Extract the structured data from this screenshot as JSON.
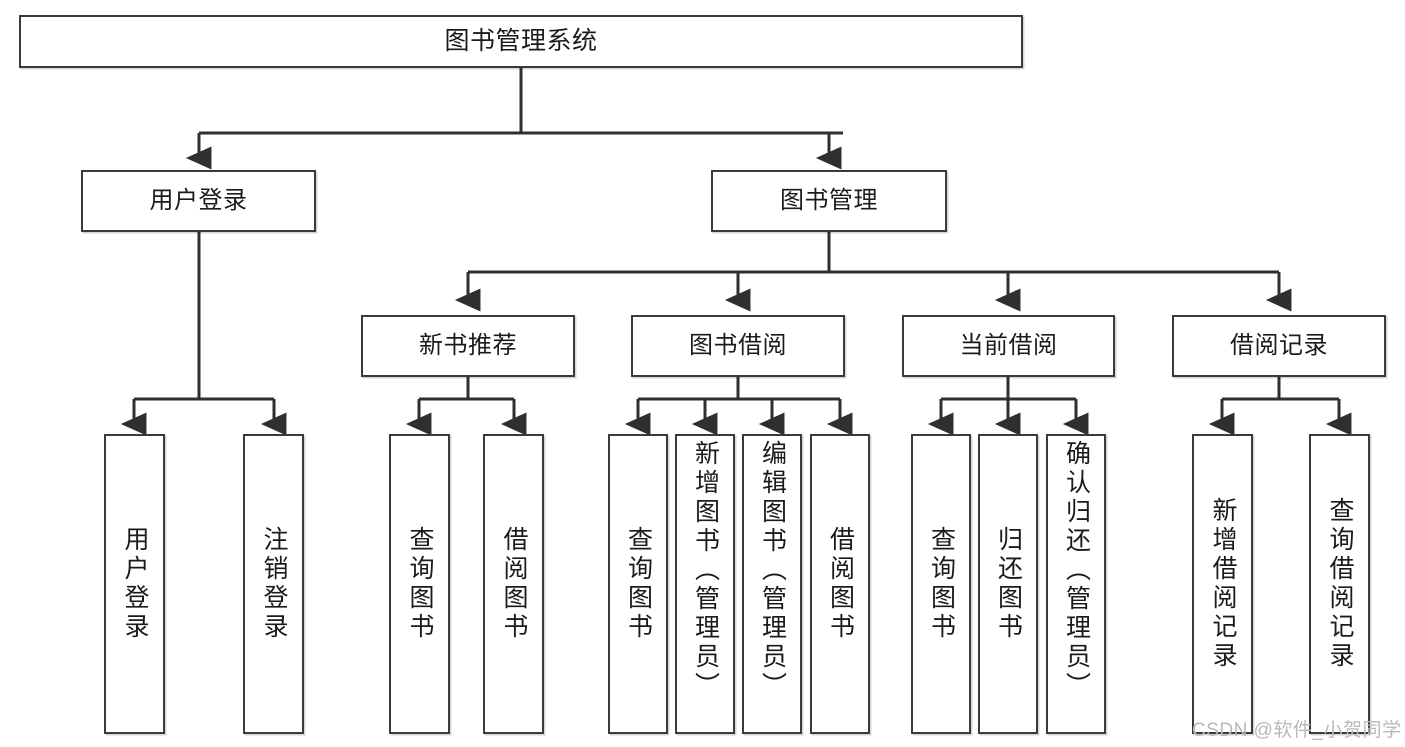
{
  "diagram": {
    "type": "tree-hierarchy",
    "title": "图书管理系统",
    "watermark": "CSDN @软件_小贺同学",
    "colors": {
      "box_border": "#3a3a3a",
      "box_fill": "#ffffff",
      "connector": "#2f2f2f",
      "text": "#1b1b1b",
      "watermark": "#b9b9b9"
    },
    "levels": {
      "root": {
        "label": "图书管理系统"
      },
      "level2": [
        {
          "id": "user-login",
          "label": "用户登录"
        },
        {
          "id": "book-manage",
          "label": "图书管理"
        }
      ],
      "level3": [
        {
          "id": "new-book-recommend",
          "label": "新书推荐",
          "parent": "book-manage"
        },
        {
          "id": "book-borrow",
          "label": "图书借阅",
          "parent": "book-manage"
        },
        {
          "id": "current-borrow",
          "label": "当前借阅",
          "parent": "book-manage"
        },
        {
          "id": "borrow-record",
          "label": "借阅记录",
          "parent": "book-manage"
        }
      ],
      "leaves": [
        {
          "id": "leaf-user-login",
          "label": "用户登录",
          "parent": "user-login"
        },
        {
          "id": "leaf-logout-login",
          "label": "注销登录",
          "parent": "user-login"
        },
        {
          "id": "leaf-query-book-1",
          "label": "查询图书",
          "parent": "new-book-recommend"
        },
        {
          "id": "leaf-borrow-book-1",
          "label": "借阅图书",
          "parent": "new-book-recommend"
        },
        {
          "id": "leaf-query-book-2",
          "label": "查询图书",
          "parent": "book-borrow"
        },
        {
          "id": "leaf-add-book",
          "label": "新增图书（管理员）",
          "parent": "book-borrow"
        },
        {
          "id": "leaf-edit-book",
          "label": "编辑图书（管理员）",
          "parent": "book-borrow"
        },
        {
          "id": "leaf-borrow-book-2",
          "label": "借阅图书",
          "parent": "book-borrow"
        },
        {
          "id": "leaf-query-book-3",
          "label": "查询图书",
          "parent": "current-borrow"
        },
        {
          "id": "leaf-return-book",
          "label": "归还图书",
          "parent": "current-borrow"
        },
        {
          "id": "leaf-confirm-return",
          "label": "确认归还（管理员）",
          "parent": "current-borrow"
        },
        {
          "id": "leaf-add-record",
          "label": "新增借阅记录",
          "parent": "borrow-record"
        },
        {
          "id": "leaf-query-record",
          "label": "查询借阅记录",
          "parent": "borrow-record"
        }
      ]
    }
  }
}
